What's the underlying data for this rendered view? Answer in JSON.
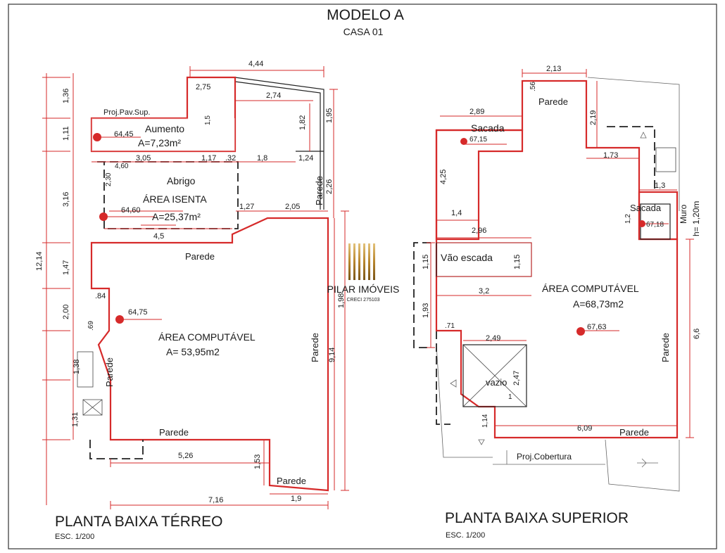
{
  "header": {
    "title": "MODELO A",
    "subtitle": "CASA 01"
  },
  "watermark": {
    "brand": "PILAR IMÓVEIS",
    "creci": "CRECI 275103"
  },
  "ground": {
    "title": "PLANTA  BAIXA TÉRREO",
    "scale": "ESC. 1/200",
    "proj_label": "Proj.Pav.Sup.",
    "aumento_name": "Aumento",
    "aumento_area": "A=7,23m²",
    "abrigo_name": "Abrigo",
    "isenta_name": "ÁREA ISENTA",
    "isenta_area": "A=25,37m²",
    "comp_name": "ÁREA COMPUTÁVEL",
    "comp_area": "A= 53,95m2",
    "wall_label": "Parede",
    "levels": {
      "l1": "64,45",
      "l2": "64,60",
      "l3": "64,75"
    },
    "dims": {
      "d444": "4,44",
      "d274": "2,74",
      "d182": "1,82",
      "d195": "1,95",
      "d226": "2,26",
      "d136": "1,36",
      "d111": "1,11",
      "d316": "3,16",
      "d1214": "12,14",
      "d147": "1,47",
      "d200": "2,00",
      "d138": "1,38",
      "d131": "1,31",
      "d305": "3,05",
      "d460": "4,60",
      "d117": "1,17",
      "d32": ".32",
      "d18": "1,8",
      "d124": "1,24",
      "d230": "2,30",
      "d127": "1,27",
      "d205": "2,05",
      "d45": "4,5",
      "d84": ".84",
      "d69": ".69",
      "d526": "5,26",
      "d153": "1,53",
      "d716": "7,16",
      "d19": "1,9",
      "d198": "1,98",
      "d914": "9,14",
      "d15": "1,5",
      "d275": "2,75"
    }
  },
  "upper": {
    "title": "PLANTA  BAIXA SUPERIOR",
    "scale": "ESC. 1/200",
    "sacada": "Sacada",
    "escada": "Vão escada",
    "comp_name": "ÁREA COMPUTÁVEL",
    "comp_area": "A=68,73m2",
    "vazio": "vazio",
    "muro": "Muro",
    "muro_h": "h= 1,20m",
    "proj_cob": "Proj.Cobertura",
    "wall_label": "Parede",
    "levels": {
      "l1": "67,15",
      "l2": "67,18",
      "l3": "67,63"
    },
    "dims": {
      "d213": "2,13",
      "d56": ".56",
      "d219": "2,19",
      "d289": "2,89",
      "d173": "1,73",
      "d425": "4,25",
      "d13": "1,3",
      "d14": "1,4",
      "d12": "1,2",
      "d296": "2,96",
      "d115a": "1,15",
      "d115b": "1,15",
      "d32": "3,2",
      "d193": "1,93",
      "d71": ".71",
      "d249": "2,49",
      "d247": "2,47",
      "d1": "1",
      "d114": "1,14",
      "d609": "6,09",
      "d66": "6,6"
    }
  },
  "colors": {
    "accent": "#d62a2a",
    "line": "#222222",
    "gold": "#c89b3c"
  }
}
